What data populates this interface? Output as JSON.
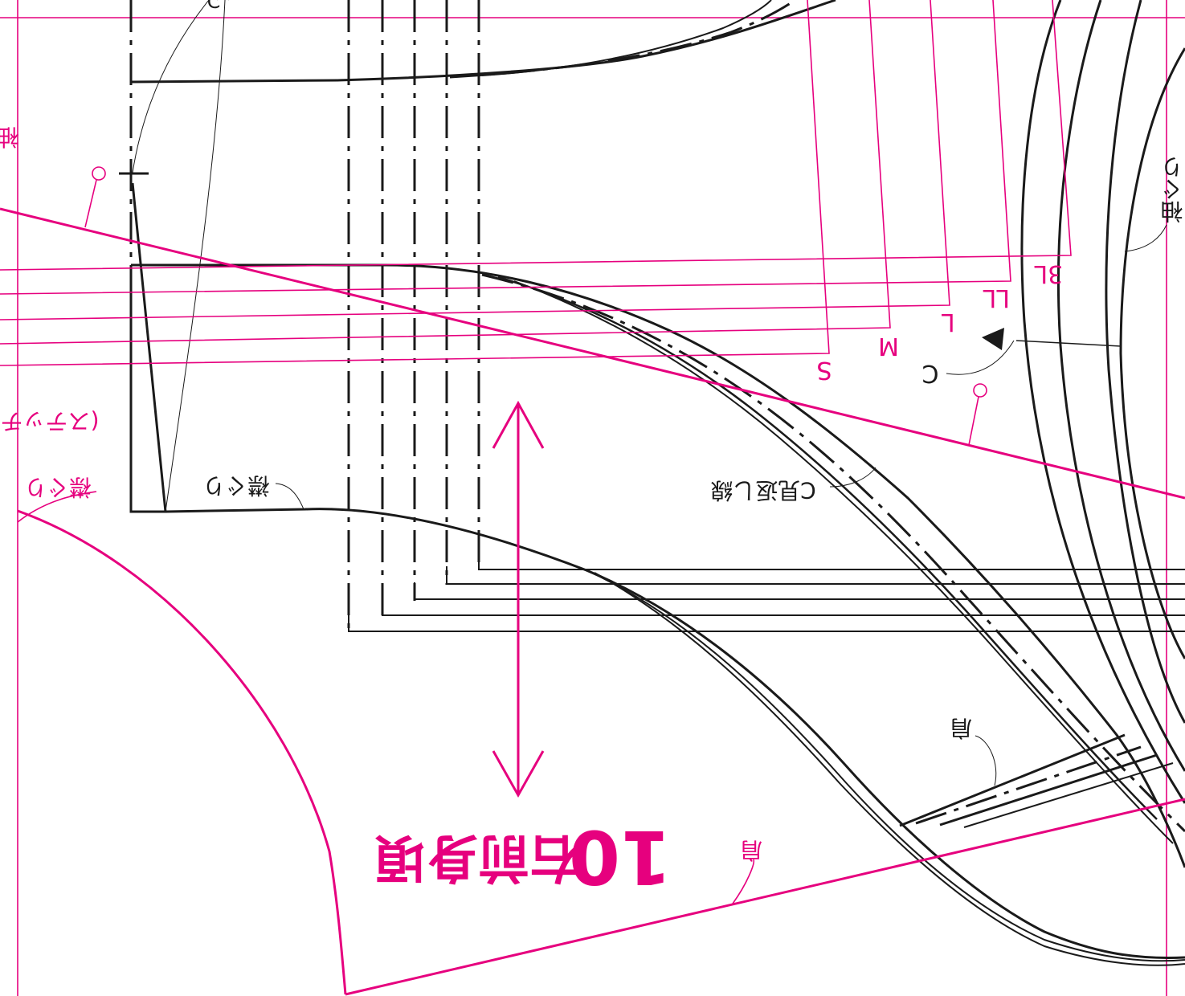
{
  "colors": {
    "pattern_line": "#1a1a1a",
    "size_line": "#e6007e"
  },
  "piece": {
    "number": "10",
    "name": "右前身頃"
  },
  "sizes": [
    "S",
    "M",
    "L",
    "LL",
    "3L"
  ],
  "labels": {
    "shoulder_black": "肩",
    "shoulder_pink": "肩",
    "neckline_black": "襟ぐり",
    "neckline_pink": "襟ぐり",
    "armhole": "袖ぐり",
    "facing_line": "C見返し線",
    "notch_c1": "C",
    "notch_c2": "C",
    "stitch": "(ステッチ",
    "sleeve_edge": "袖"
  }
}
